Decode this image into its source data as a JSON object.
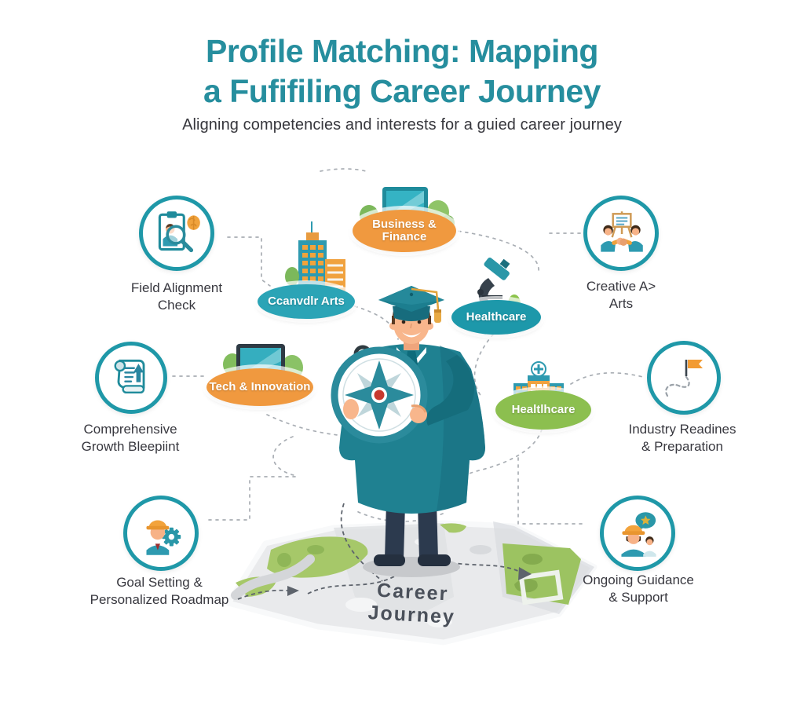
{
  "title": {
    "line1": "Profile Matching: Mapping",
    "line2": "a Fufifiling Career Journey"
  },
  "subtitle": "Aligning competencies and interests for a guied career journey",
  "map_label": "Career Journey",
  "nodes": [
    {
      "id": "field-alignment-check",
      "icon": "clipboard-magnifier-brain-icon",
      "line1": "Field Alignment",
      "line2": "Check"
    },
    {
      "id": "comprehensive-growth-blueprint",
      "icon": "scroll-up-arrow-icon",
      "line1": "Comprehensive",
      "line2": "Growth Bleepiint"
    },
    {
      "id": "goal-setting-roadmap",
      "icon": "worker-gear-icon",
      "line1": "Goal Setting &",
      "line2": "Personalized Roadmap"
    },
    {
      "id": "creative-arts",
      "icon": "easel-handshake-icon",
      "line1": "Creative A˃",
      "line2": "Arts"
    },
    {
      "id": "industry-readiness",
      "icon": "flag-winding-path-icon",
      "line1": "Industry Readines",
      "line2": "& Preparation"
    },
    {
      "id": "ongoing-guidance",
      "icon": "mentor-speech-bubble-icon",
      "line1": "Ongoing Guidance",
      "line2": "& Support"
    }
  ],
  "badges": [
    {
      "id": "business-finance",
      "label": "Business & Finance",
      "color": "#f0993f"
    },
    {
      "id": "creative-arts-city",
      "label": "Ccanvdlr Arts",
      "color": "#2ba4b6"
    },
    {
      "id": "healthcare-lab",
      "label": "Healthcare",
      "color": "#1d98aa"
    },
    {
      "id": "tech-innovation",
      "label": "Tech & Innovation",
      "color": "#ef9a3e"
    },
    {
      "id": "healthcare-hospital",
      "label": "Healtlhcare",
      "color": "#8cbf4f"
    }
  ],
  "figure": {
    "description": "graduate in teal gown holding compass standing on map"
  },
  "colors": {
    "accent_teal": "#268e9e",
    "circle_border": "#1f98a8",
    "orange": "#f0993f",
    "green": "#8cbf4f",
    "map_green": "#a6c869",
    "text_dark": "#36363c"
  }
}
